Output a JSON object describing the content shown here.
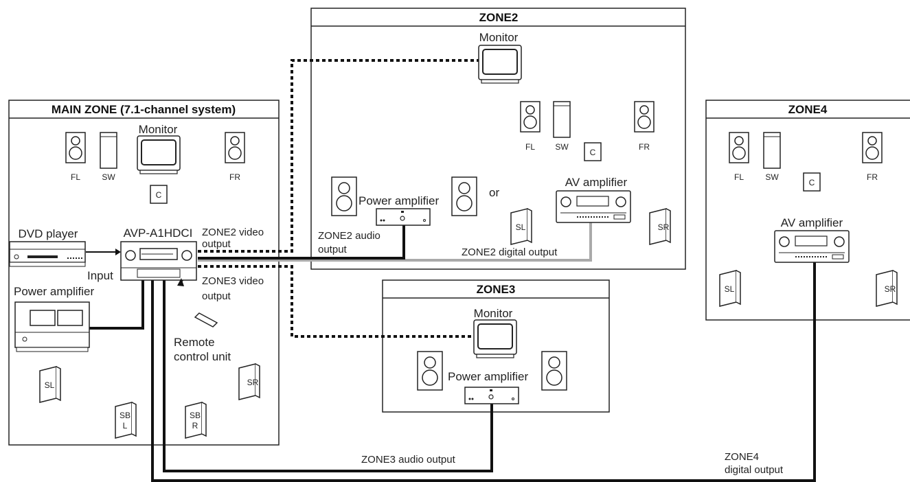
{
  "zones": {
    "main": "MAIN ZONE (7.1-channel system)",
    "zone2": "ZONE2",
    "zone3": "ZONE3",
    "zone4": "ZONE4"
  },
  "labels": {
    "monitor": "Monitor",
    "dvd_player": "DVD player",
    "avp": "AVP-A1HDCI",
    "input": "Input",
    "power_amplifier": "Power amplifier",
    "remote_line1": "Remote",
    "remote_line2": "control unit",
    "zone2_video_line1": "ZONE2 video",
    "zone2_video_line2": "output",
    "zone3_video_line1": "ZONE3 video",
    "zone3_video_line2": "output",
    "zone2_audio_line1": "ZONE2 audio",
    "zone2_audio_line2": "output",
    "zone2_digital": "ZONE2 digital output",
    "zone3_audio": "ZONE3 audio output",
    "zone4_digital_line1": "ZONE4",
    "zone4_digital_line2": "digital output",
    "av_amplifier": "AV amplifier",
    "or": "or"
  },
  "speakers": {
    "fl": "FL",
    "sw": "SW",
    "fr": "FR",
    "c": "C",
    "sl": "SL",
    "sr": "SR",
    "sbl_1": "SB",
    "sbl_2": "L",
    "sbr_1": "SB",
    "sbr_2": "R"
  },
  "colors": {
    "line": "#111111",
    "digital_line": "#aaaaaa"
  }
}
